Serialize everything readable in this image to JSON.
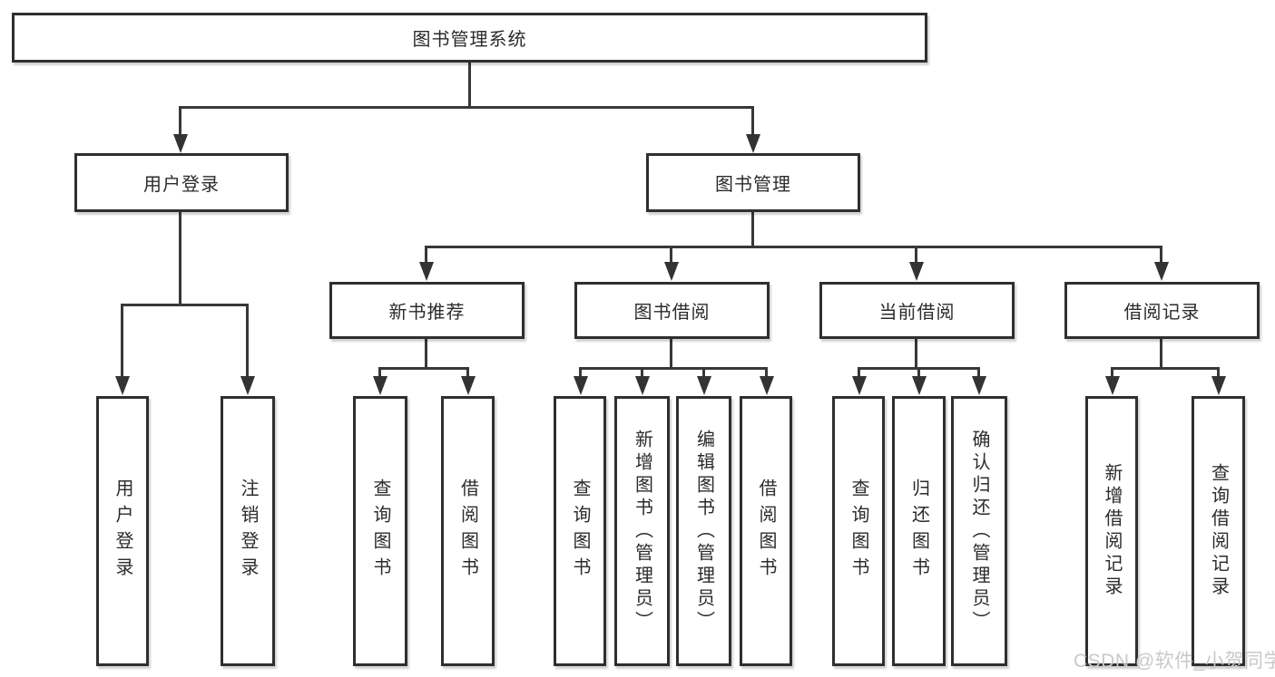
{
  "colors": {
    "line": "#383838",
    "box_border": "#2f2f2f",
    "box_background": "#ffffff",
    "text": "#2b2b2b",
    "watermark": "#c9c9c9"
  },
  "watermark": {
    "text": "CSDN @软件_小贺同学"
  },
  "tree": {
    "label": "图书管理系统",
    "children": [
      {
        "label": "用户登录",
        "children": [
          {
            "label": "用户登录"
          },
          {
            "label": "注销登录"
          }
        ]
      },
      {
        "label": "图书管理",
        "children": [
          {
            "label": "新书推荐",
            "children": [
              {
                "label": "查询图书"
              },
              {
                "label": "借阅图书"
              }
            ]
          },
          {
            "label": "图书借阅",
            "children": [
              {
                "label": "查询图书"
              },
              {
                "label": "新增图书（管理员）"
              },
              {
                "label": "编辑图书（管理员）"
              },
              {
                "label": "借阅图书"
              }
            ]
          },
          {
            "label": "当前借阅",
            "children": [
              {
                "label": "查询图书"
              },
              {
                "label": "归还图书"
              },
              {
                "label": "确认归还（管理员）"
              }
            ]
          },
          {
            "label": "借阅记录",
            "children": [
              {
                "label": "新增借阅记录"
              },
              {
                "label": "查询借阅记录"
              }
            ]
          }
        ]
      }
    ]
  }
}
